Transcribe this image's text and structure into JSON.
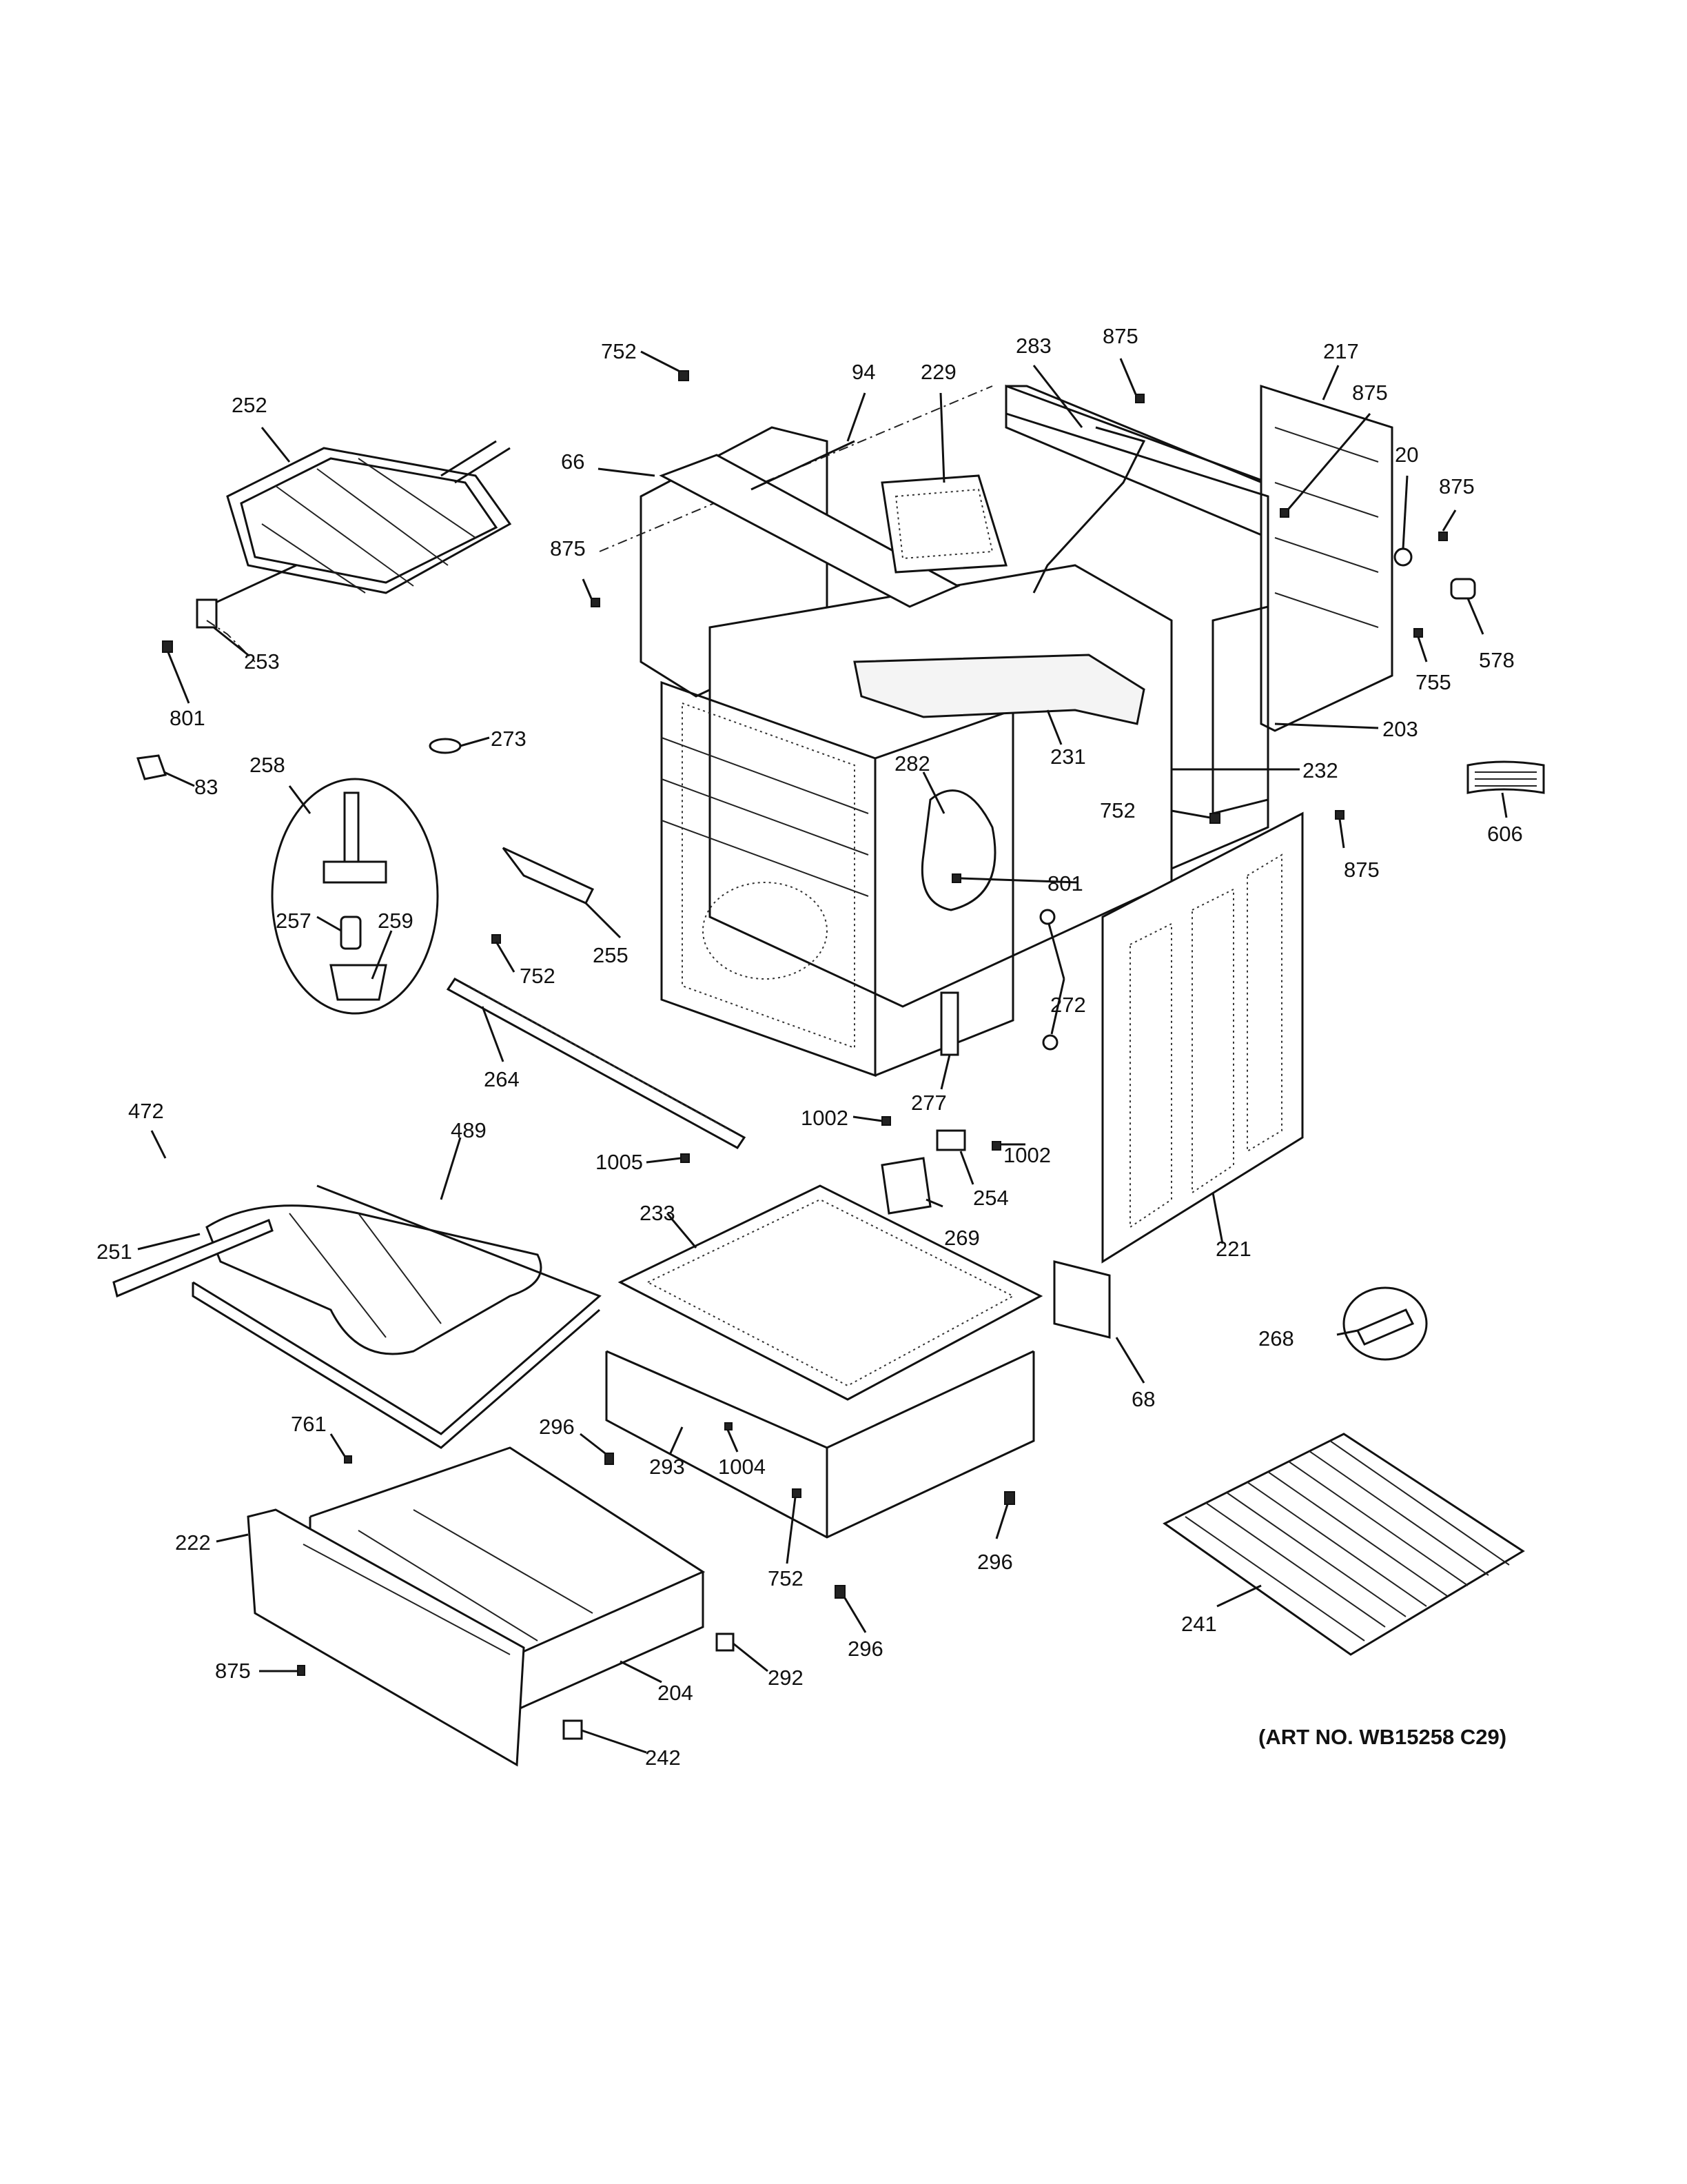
{
  "diagram": {
    "art_number": "(ART NO. WB15258 C29)",
    "callouts": [
      {
        "id": "c752a",
        "label": "752"
      },
      {
        "id": "c94",
        "label": "94"
      },
      {
        "id": "c229",
        "label": "229"
      },
      {
        "id": "c283",
        "label": "283"
      },
      {
        "id": "c875a",
        "label": "875"
      },
      {
        "id": "c217",
        "label": "217"
      },
      {
        "id": "c875b",
        "label": "875"
      },
      {
        "id": "c20",
        "label": "20"
      },
      {
        "id": "c875c",
        "label": "875"
      },
      {
        "id": "c252",
        "label": "252"
      },
      {
        "id": "c66",
        "label": "66"
      },
      {
        "id": "c875d",
        "label": "875"
      },
      {
        "id": "c253",
        "label": "253"
      },
      {
        "id": "c801a",
        "label": "801"
      },
      {
        "id": "c578",
        "label": "578"
      },
      {
        "id": "c755",
        "label": "755"
      },
      {
        "id": "c203",
        "label": "203"
      },
      {
        "id": "c273",
        "label": "273"
      },
      {
        "id": "c231",
        "label": "231"
      },
      {
        "id": "c232",
        "label": "232"
      },
      {
        "id": "c83",
        "label": "83"
      },
      {
        "id": "c258",
        "label": "258"
      },
      {
        "id": "c282",
        "label": "282"
      },
      {
        "id": "c752b",
        "label": "752"
      },
      {
        "id": "c875e",
        "label": "875"
      },
      {
        "id": "c606",
        "label": "606"
      },
      {
        "id": "c801b",
        "label": "801"
      },
      {
        "id": "c257",
        "label": "257"
      },
      {
        "id": "c259",
        "label": "259"
      },
      {
        "id": "c255",
        "label": "255"
      },
      {
        "id": "c752c",
        "label": "752"
      },
      {
        "id": "c272",
        "label": "272"
      },
      {
        "id": "c264",
        "label": "264"
      },
      {
        "id": "c277",
        "label": "277"
      },
      {
        "id": "c472",
        "label": "472"
      },
      {
        "id": "c489",
        "label": "489"
      },
      {
        "id": "c1002a",
        "label": "1002"
      },
      {
        "id": "c1002b",
        "label": "1002"
      },
      {
        "id": "c1005",
        "label": "1005"
      },
      {
        "id": "c254",
        "label": "254"
      },
      {
        "id": "c233",
        "label": "233"
      },
      {
        "id": "c269",
        "label": "269"
      },
      {
        "id": "c251",
        "label": "251"
      },
      {
        "id": "c221",
        "label": "221"
      },
      {
        "id": "c268",
        "label": "268"
      },
      {
        "id": "c68",
        "label": "68"
      },
      {
        "id": "c761",
        "label": "761"
      },
      {
        "id": "c296a",
        "label": "296"
      },
      {
        "id": "c293",
        "label": "293"
      },
      {
        "id": "c1004",
        "label": "1004"
      },
      {
        "id": "c222",
        "label": "222"
      },
      {
        "id": "c296b",
        "label": "296"
      },
      {
        "id": "c752d",
        "label": "752"
      },
      {
        "id": "c296c",
        "label": "296"
      },
      {
        "id": "c241",
        "label": "241"
      },
      {
        "id": "c875f",
        "label": "875"
      },
      {
        "id": "c292",
        "label": "292"
      },
      {
        "id": "c204",
        "label": "204"
      },
      {
        "id": "c242",
        "label": "242"
      }
    ]
  }
}
